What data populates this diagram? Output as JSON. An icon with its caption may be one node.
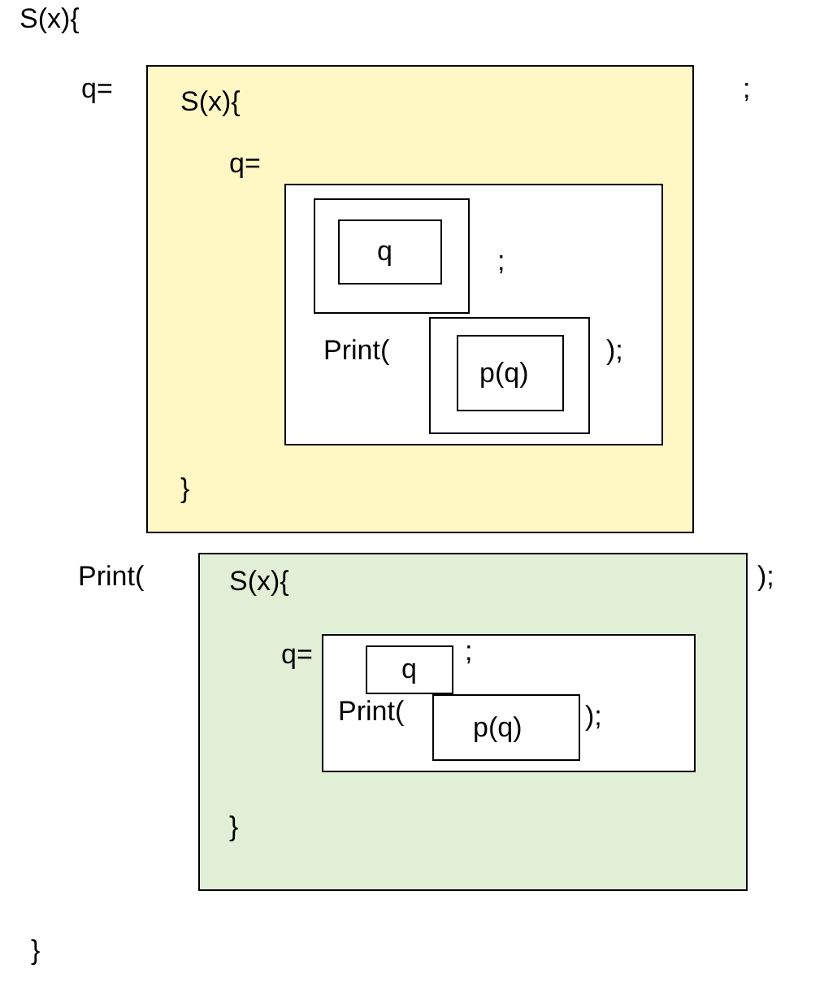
{
  "diagram": {
    "nodes": [
      {
        "text": [
          "S(x){",
          "q=",
          "}"
        ]
      },
      {
        "text": [
          ";",
          "Print(",
          ");"
        ],
        "in": 0
      },
      {
        "text": [],
        "shape": "box",
        "in": 1
      },
      {
        "text": [
          "q"
        ],
        "in": 2
      },
      {
        "text": [],
        "shape": "box",
        "in": 1
      },
      {
        "text": [
          "p(q)"
        ],
        "in": 4
      },
      {
        "text": [
          "S(x){",
          "q=",
          "}"
        ]
      },
      {
        "text": [
          ";",
          "Print(",
          ");"
        ],
        "in": 6
      },
      {
        "text": [
          "q"
        ],
        "in": 7
      },
      {
        "text": [
          "p(q)"
        ],
        "in": 7
      }
    ],
    "edges": [],
    "labels": [
      "S(x){",
      "q=",
      ";",
      "Print(",
      ");",
      "}"
    ]
  }
}
